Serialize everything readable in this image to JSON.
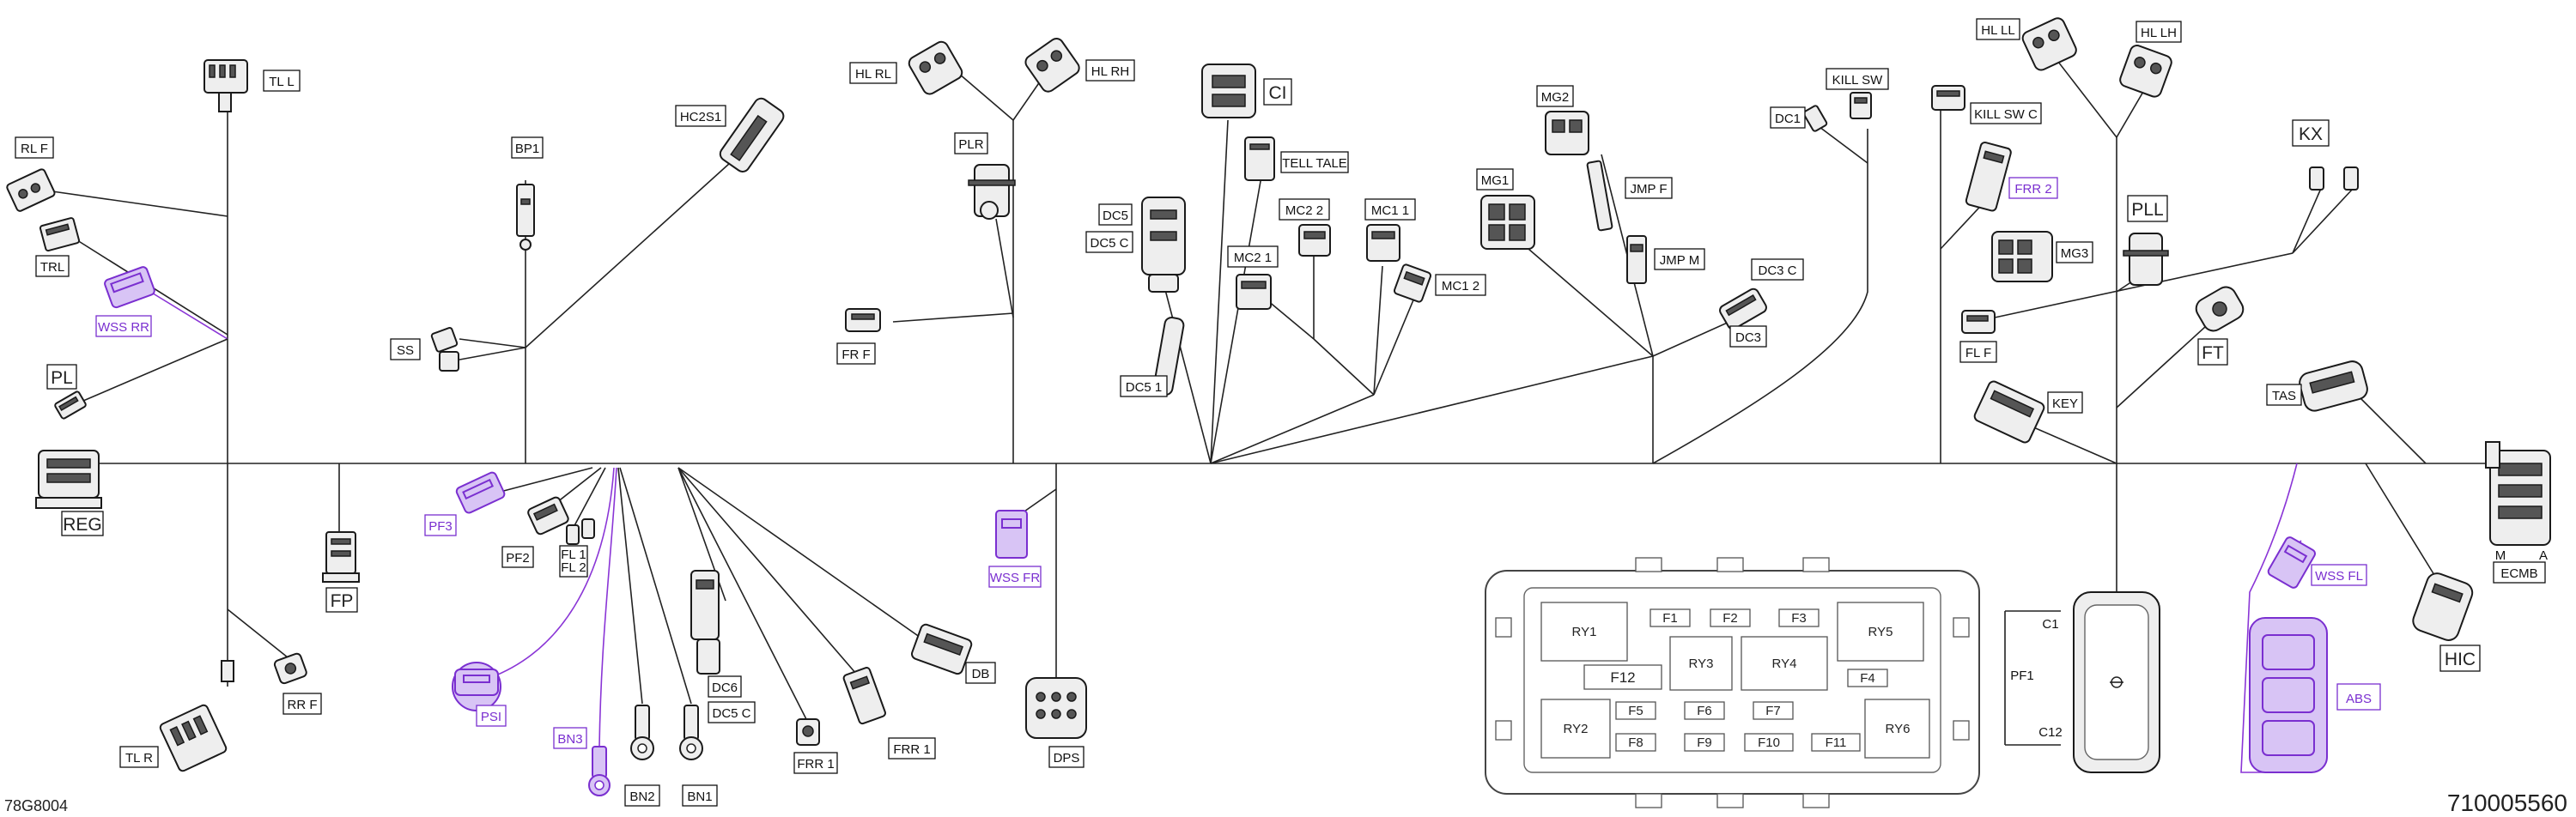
{
  "document": {
    "ref_left": "78G8004",
    "ref_right": "710005560"
  },
  "labels": {
    "TL_L": "TL L",
    "RL_F": "RL F",
    "TRL": "TRL",
    "WSS_RR": "WSS RR",
    "PL": "PL",
    "REG": "REG",
    "FP": "FP",
    "RR_F": "RR F",
    "TL_R": "TL R",
    "BP1": "BP1",
    "SS": "SS",
    "HC2S1": "HC2S1",
    "PF3": "PF3",
    "PF2": "PF2",
    "FL1": "FL 1",
    "FL2": "FL 2",
    "PSI": "PSI",
    "BN3": "BN3",
    "BN2": "BN2",
    "BN1": "BN1",
    "DC6": "DC6",
    "DC5C_low": "DC5 C",
    "FRR1_a": "FRR 1",
    "FRR1_b": "FRR 1",
    "DB": "DB",
    "DPS": "DPS",
    "WSS_FR": "WSS FR",
    "HL_RL": "HL RL",
    "HL_RH": "HL RH",
    "PLR": "PLR",
    "FR_F": "FR F",
    "CI": "CI",
    "TELL_TALE": "TELL TALE",
    "DC5": "DC5",
    "DC5C": "DC5 C",
    "DC51": "DC5 1",
    "MC22": "MC2 2",
    "MC11": "MC1 1",
    "MC21": "MC2 1",
    "MC12": "MC1 2",
    "MG2": "MG2",
    "JMPF": "JMP F",
    "MG1": "MG1",
    "JMPM": "JMP M",
    "DC3C": "DC3 C",
    "DC3": "DC3",
    "DC1": "DC1",
    "KILLSW": "KILL SW",
    "KILLSWC": "KILL SW C",
    "HL_LL": "HL LL",
    "HL_LH": "HL LH",
    "FRR2": "FRR 2",
    "MG3": "MG3",
    "FLF": "FL F",
    "PLL": "PLL",
    "KEY": "KEY",
    "FT": "FT",
    "KX": "KX",
    "TAS": "TAS",
    "M": "M",
    "A": "A",
    "ECMB": "ECMB",
    "WSS_FL": "WSS FL",
    "HIC": "HIC",
    "ABS": "ABS",
    "PF1": "PF1",
    "C1": "C1",
    "C12": "C12"
  },
  "fusebox": {
    "RY1": "RY1",
    "RY2": "RY2",
    "RY3": "RY3",
    "RY4": "RY4",
    "RY5": "RY5",
    "RY6": "RY6",
    "F1": "F1",
    "F2": "F2",
    "F3": "F3",
    "F4": "F4",
    "F5": "F5",
    "F6": "F6",
    "F7": "F7",
    "F8": "F8",
    "F9": "F9",
    "F10": "F10",
    "F11": "F11",
    "F12": "F12"
  },
  "colors": {
    "wire": "#222222",
    "optional": "#7a2fd0"
  }
}
